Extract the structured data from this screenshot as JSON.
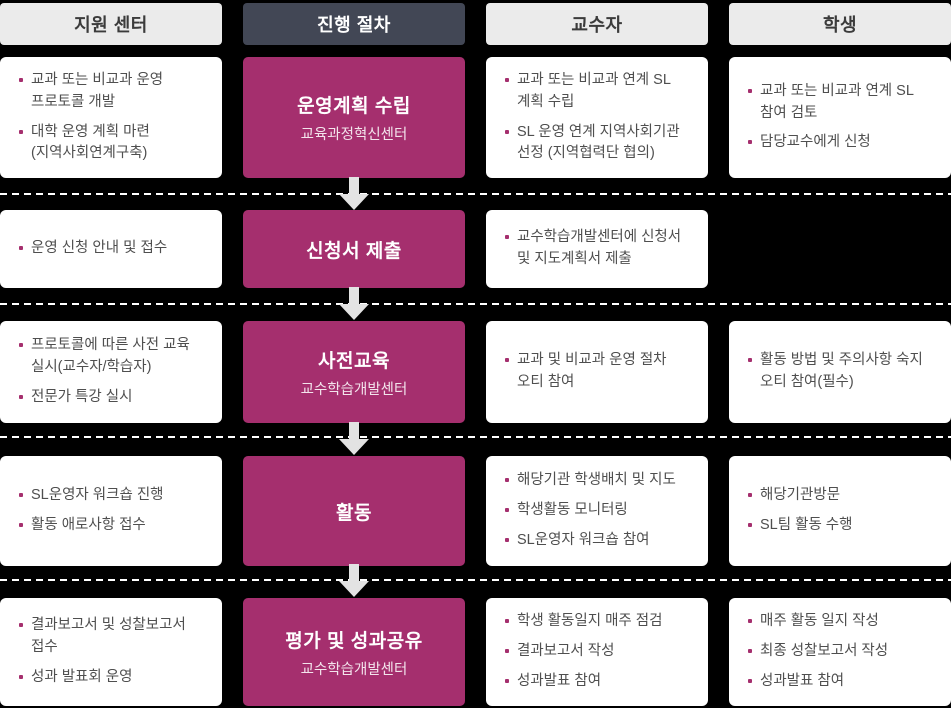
{
  "palette": {
    "background": "#000000",
    "step_magenta": "#a52f6e",
    "dark_header_bg": "#424755",
    "light_header_bg": "#ebebeb",
    "note_box_bg": "#ffffff",
    "body_text": "#4f4f4f",
    "header_text": "#3b3b3b",
    "bullet_dot": "#a52f6e",
    "arrow_gray": "#e3e3e3",
    "dashed_line": "#ffffff"
  },
  "columns": {
    "support": {
      "header": "지원 센터",
      "rows": [
        [
          "교과 또는 비교과 운영 프로토콜 개발",
          "대학 운영 계획 마련 (지역사회연계구축)"
        ],
        [
          "운영 신청 안내 및 접수"
        ],
        [
          "프로토콜에 따른 사전 교육 실시(교수자/학습자)",
          "전문가 특강 실시"
        ],
        [
          "SL운영자 워크숍 진행",
          "활동 애로사항 접수"
        ],
        [
          "결과보고서 및 성찰보고서 접수",
          "성과 발표회 운영"
        ]
      ]
    },
    "process": {
      "header": "진행 절차",
      "steps": [
        {
          "title": "운영계획 수립",
          "subtitle": "교육과정혁신센터"
        },
        {
          "title": "신청서 제출",
          "subtitle": ""
        },
        {
          "title": "사전교육",
          "subtitle": "교수학습개발센터"
        },
        {
          "title": "활동",
          "subtitle": ""
        },
        {
          "title": "평가 및 성과공유",
          "subtitle": "교수학습개발센터"
        }
      ]
    },
    "instructor": {
      "header": "교수자",
      "rows": [
        [
          "교과 또는 비교과 연계 SL 계획 수립",
          "SL 운영 연계 지역사회기관 선정 (지역협력단 협의)"
        ],
        [
          "교수학습개발센터에 신청서 및 지도계획서 제출"
        ],
        [
          "교과 및 비교과 운영 절차 오티 참여"
        ],
        [
          "해당기관 학생배치 및 지도",
          "학생활동 모니터링",
          "SL운영자 워크숍 참여"
        ],
        [
          "학생 활동일지 매주 점검",
          "결과보고서 작성",
          "성과발표 참여"
        ]
      ]
    },
    "student": {
      "header": "학생",
      "rows": [
        [
          "교과 또는 비교과 연계 SL 참여 검토",
          "담당교수에게 신청"
        ],
        [],
        [
          "활동 방법 및 주의사항 숙지 오티 참여(필수)"
        ],
        [
          "해당기관방문",
          "SL팀 활동 수행"
        ],
        [
          "매주 활동 일지 작성",
          "최종 성찰보고서 작성",
          "성과발표 참여"
        ]
      ]
    }
  }
}
